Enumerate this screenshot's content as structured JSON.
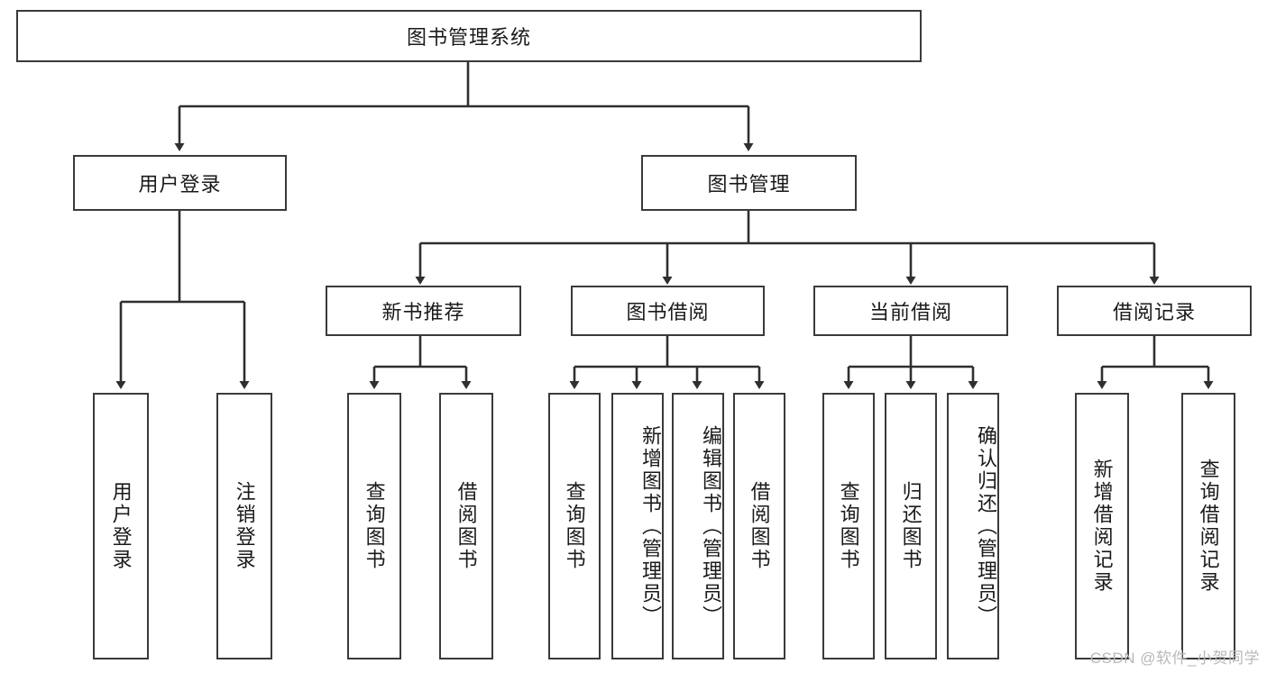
{
  "diagram": {
    "title": "图书管理系统",
    "type": "tree",
    "root": {
      "id": "root",
      "label": "图书管理系统",
      "orientation": "horizontal"
    },
    "level2": [
      {
        "id": "user-login",
        "label": "用户登录",
        "orientation": "horizontal"
      },
      {
        "id": "book-manage",
        "label": "图书管理",
        "orientation": "horizontal"
      }
    ],
    "level3": [
      {
        "id": "new-book-recommend",
        "label": "新书推荐",
        "orientation": "horizontal",
        "parent": "book-manage"
      },
      {
        "id": "book-borrow",
        "label": "图书借阅",
        "orientation": "horizontal",
        "parent": "book-manage"
      },
      {
        "id": "current-borrow",
        "label": "当前借阅",
        "orientation": "horizontal",
        "parent": "book-manage"
      },
      {
        "id": "borrow-record",
        "label": "借阅记录",
        "orientation": "horizontal",
        "parent": "book-manage"
      }
    ],
    "leaves": [
      {
        "id": "leaf-user-login",
        "label": "用户登录",
        "parent": "user-login",
        "orientation": "vertical"
      },
      {
        "id": "leaf-logout-login",
        "label": "注销登录",
        "parent": "user-login",
        "orientation": "vertical"
      },
      {
        "id": "leaf-query-book-1",
        "label": "查询图书",
        "parent": "new-book-recommend",
        "orientation": "vertical"
      },
      {
        "id": "leaf-borrow-book-1",
        "label": "借阅图书",
        "parent": "new-book-recommend",
        "orientation": "vertical"
      },
      {
        "id": "leaf-query-book-2",
        "label": "查询图书",
        "parent": "book-borrow",
        "orientation": "vertical"
      },
      {
        "id": "leaf-add-book",
        "label": "新增图书（管理员）",
        "parent": "book-borrow",
        "orientation": "vertical"
      },
      {
        "id": "leaf-edit-book",
        "label": "编辑图书（管理员）",
        "parent": "book-borrow",
        "orientation": "vertical"
      },
      {
        "id": "leaf-borrow-book-2",
        "label": "借阅图书",
        "parent": "book-borrow",
        "orientation": "vertical"
      },
      {
        "id": "leaf-query-book-3",
        "label": "查询图书",
        "parent": "current-borrow",
        "orientation": "vertical"
      },
      {
        "id": "leaf-return-book",
        "label": "归还图书",
        "parent": "current-borrow",
        "orientation": "vertical"
      },
      {
        "id": "leaf-confirm-return",
        "label": "确认归还（管理员）",
        "parent": "current-borrow",
        "orientation": "vertical"
      },
      {
        "id": "leaf-add-record",
        "label": "新增借阅记录",
        "parent": "borrow-record",
        "orientation": "vertical"
      },
      {
        "id": "leaf-query-record",
        "label": "查询借阅记录",
        "parent": "borrow-record",
        "orientation": "vertical"
      }
    ]
  },
  "watermark": {
    "text": "CSDN @软件_小贺同学"
  },
  "colors": {
    "background": "#ffffff",
    "box_fill": "#ffffff",
    "box_stroke": "#3a3a3a",
    "text": "#1a1a1a",
    "watermark": "#b9b9b9"
  }
}
